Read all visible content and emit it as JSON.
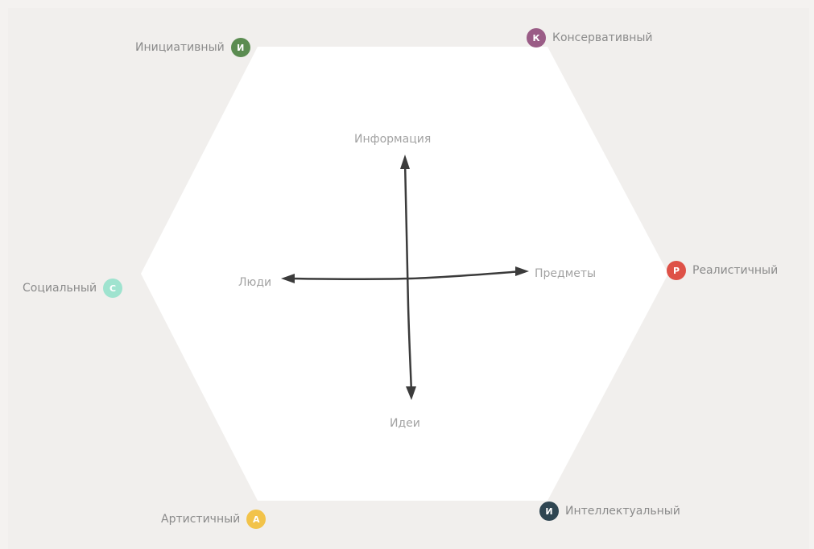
{
  "types": {
    "initiative": {
      "label": "Инициативный",
      "letter": "И",
      "color": "#5b8c51"
    },
    "conservative": {
      "label": "Консервативный",
      "letter": "К",
      "color": "#9a5c86"
    },
    "realistic": {
      "label": "Реалистичный",
      "letter": "Р",
      "color": "#de5147"
    },
    "intellectual": {
      "label": "Интеллектуальный",
      "letter": "И",
      "color": "#2f4652"
    },
    "artistic": {
      "label": "Артистичный",
      "letter": "А",
      "color": "#f2c34a"
    },
    "social": {
      "label": "Социальный",
      "letter": "С",
      "color": "#9fe3cf"
    }
  },
  "axes": {
    "top": "Информация",
    "bottom": "Идеи",
    "left": "Люди",
    "right": "Предметы"
  }
}
